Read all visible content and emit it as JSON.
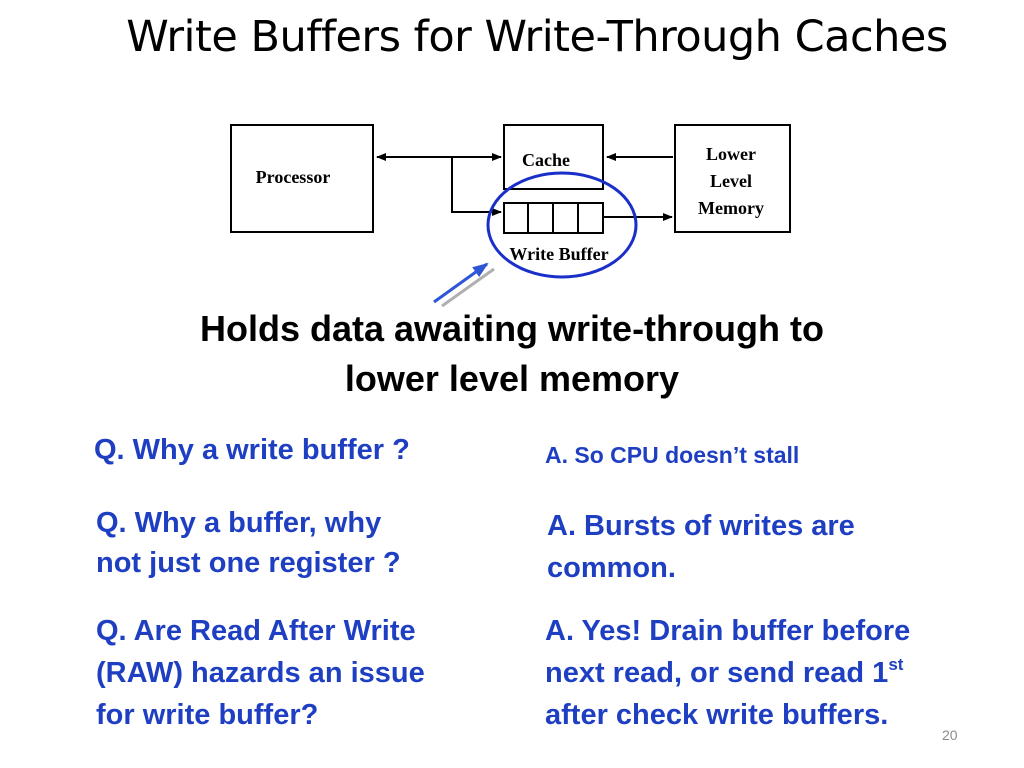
{
  "slide": {
    "title": "Write Buffers for Write-Through Caches",
    "page_number": "20"
  },
  "diagram": {
    "processor_label": "Processor",
    "cache_label": "Cache",
    "memory_label_lines": [
      "Lower",
      "Level",
      "Memory"
    ],
    "write_buffer_label": "Write Buffer",
    "highlight_color": "#1a2fc9",
    "pointer_arrow_color": "#2e55d6"
  },
  "main_text": {
    "line1": "Holds data awaiting write-through to",
    "line2": "lower level memory"
  },
  "qa": {
    "q1": "Q. Why a write buffer ?",
    "a1": "A. So CPU doesn’t stall",
    "q2_line1": "Q. Why a buffer, why",
    "q2_line2": "not just one register ?",
    "a2_line1": "A. Bursts of writes are",
    "a2_line2": "common.",
    "q3_line1": "Q. Are Read After Write",
    "q3_line2": "(RAW) hazards an issue",
    "q3_line3": "for write buffer?",
    "a3_line1": "A. Yes!  Drain buffer before",
    "a3_line2_main": "next read, or send read 1",
    "a3_line2_sup": "st",
    "a3_line3": "after check write buffers.",
    "text_color": "#1f3fc2"
  }
}
